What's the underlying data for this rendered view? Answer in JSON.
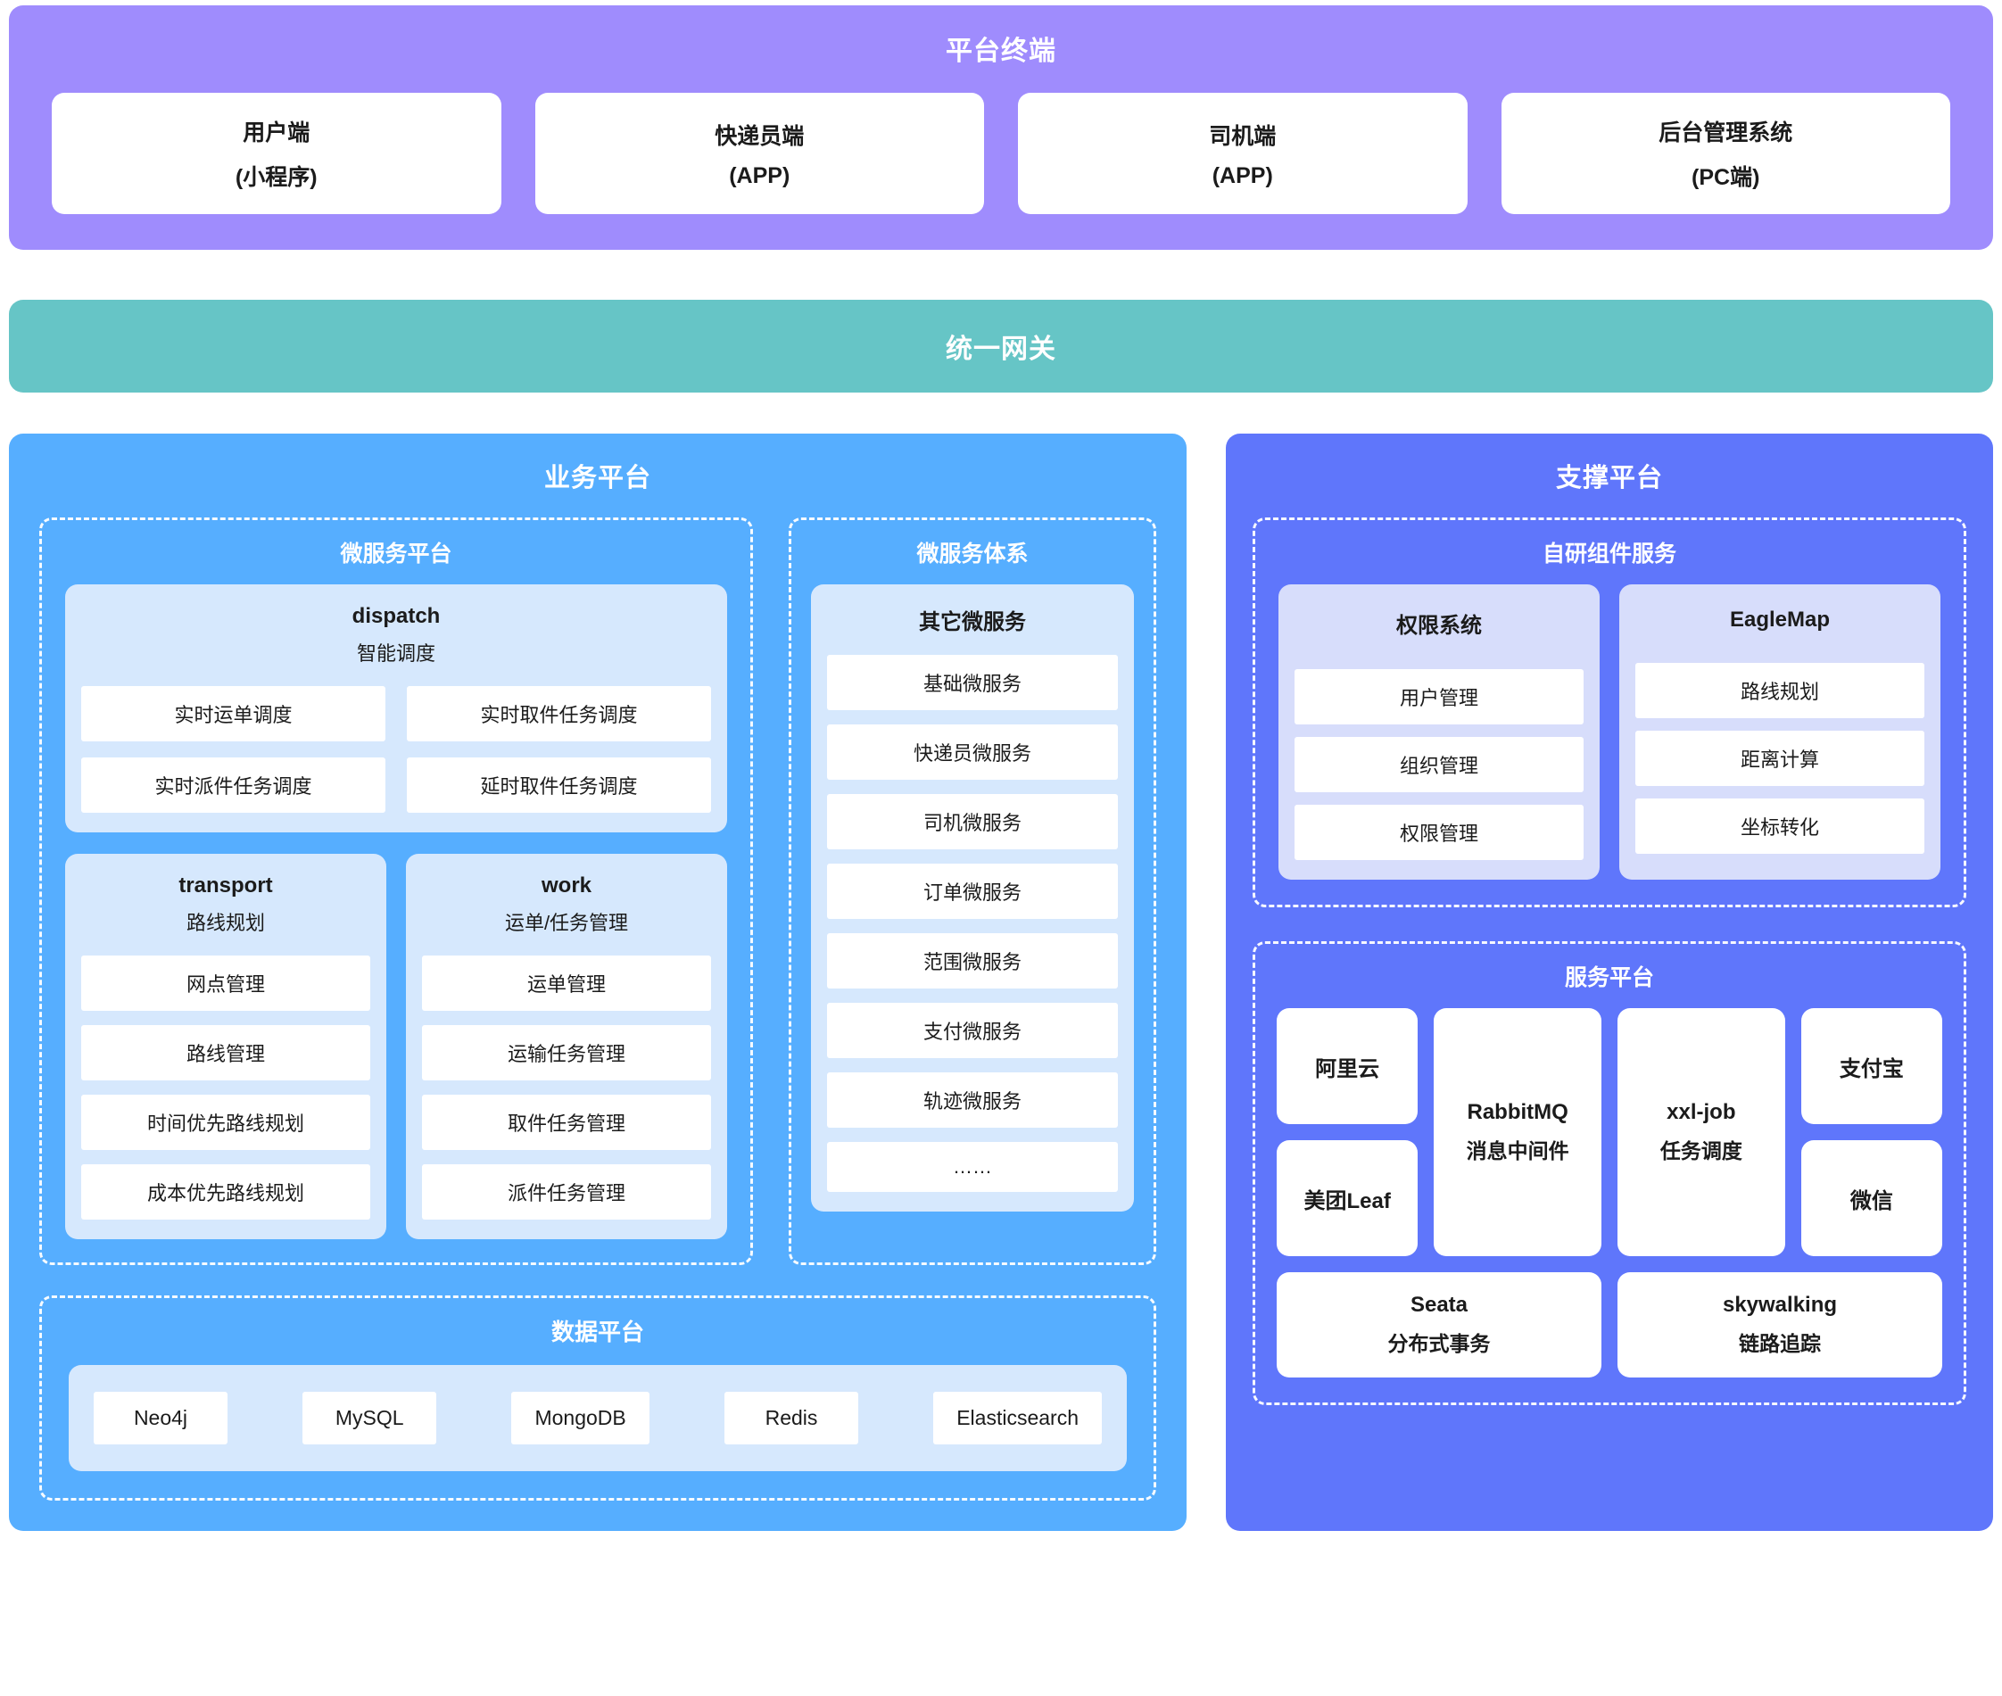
{
  "terminal": {
    "title": "平台终端",
    "cards": [
      {
        "name": "用户端",
        "desc": "(小程序)"
      },
      {
        "name": "快递员端",
        "desc": "(APP)"
      },
      {
        "name": "司机端",
        "desc": "(APP)"
      },
      {
        "name": "后台管理系统",
        "desc": "(PC端)"
      }
    ]
  },
  "gateway": {
    "title": "统一网关"
  },
  "business": {
    "title": "业务平台",
    "ms_platform": {
      "title": "微服务平台",
      "dispatch": {
        "name": "dispatch",
        "desc": "智能调度",
        "items": [
          "实时运单调度",
          "实时取件任务调度",
          "实时派件任务调度",
          "延时取件任务调度"
        ]
      },
      "transport": {
        "name": "transport",
        "desc": "路线规划",
        "items": [
          "网点管理",
          "路线管理",
          "时间优先路线规划",
          "成本优先路线规划"
        ]
      },
      "work": {
        "name": "work",
        "desc": "运单/任务管理",
        "items": [
          "运单管理",
          "运输任务管理",
          "取件任务管理",
          "派件任务管理"
        ]
      }
    },
    "ms_system": {
      "title": "微服务体系",
      "other": {
        "name": "其它微服务",
        "items": [
          "基础微服务",
          "快递员微服务",
          "司机微服务",
          "订单微服务",
          "范围微服务",
          "支付微服务",
          "轨迹微服务",
          "……"
        ]
      }
    },
    "data_platform": {
      "title": "数据平台",
      "items": [
        "Neo4j",
        "MySQL",
        "MongoDB",
        "Redis",
        "Elasticsearch"
      ]
    }
  },
  "support": {
    "title": "支撑平台",
    "selfdev": {
      "title": "自研组件服务",
      "cards": [
        {
          "name": "权限系统",
          "items": [
            "用户管理",
            "组织管理",
            "权限管理"
          ]
        },
        {
          "name": "EagleMap",
          "items": [
            "路线规划",
            "距离计算",
            "坐标转化"
          ]
        }
      ]
    },
    "service_platform": {
      "title": "服务平台",
      "tiles": [
        {
          "name": "阿里云",
          "sub": ""
        },
        {
          "name": "美团Leaf",
          "sub": ""
        },
        {
          "name": "RabbitMQ",
          "sub": "消息中间件"
        },
        {
          "name": "xxl-job",
          "sub": "任务调度"
        },
        {
          "name": "支付宝",
          "sub": ""
        },
        {
          "name": "微信",
          "sub": ""
        },
        {
          "name": "Seata",
          "sub": "分布式事务"
        },
        {
          "name": "skywalking",
          "sub": "链路追踪"
        }
      ]
    }
  },
  "colors": {
    "terminal_band": "#9f8cfd",
    "gateway_band": "#66c5c6",
    "business_band": "#56aeff",
    "support_band": "#5f76fb",
    "card_light_blue": "#d6e8fd",
    "card_light_lavender": "#d7ddfb",
    "chip_white": "#ffffff"
  }
}
